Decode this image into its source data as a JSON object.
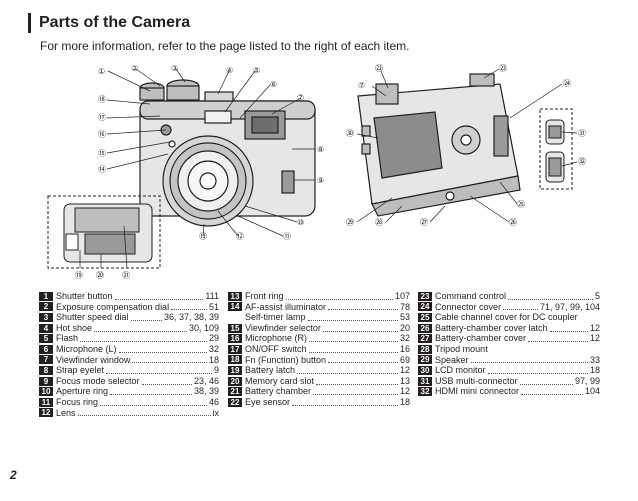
{
  "header": {
    "title": "Parts of the Camera",
    "subtitle": "For more information, refer to the page listed to the right of each item."
  },
  "callouts": {
    "c1": "①",
    "c2": "②",
    "c3": "③",
    "c4": "④",
    "c5": "⑤",
    "c6": "⑥",
    "c7": "⑦",
    "c8": "⑧",
    "c9": "⑨",
    "c10": "⑩",
    "c11": "⑪",
    "c12": "⑫",
    "c13": "⑬",
    "c14": "⑭",
    "c15": "⑮",
    "c16": "⑯",
    "c17": "⑰",
    "c18": "⑱",
    "c19": "⑲",
    "c20": "⑳",
    "c21": "㉑",
    "c22": "㉒",
    "c23": "㉓",
    "c24": "㉔",
    "c25": "㉕",
    "c26": "㉖",
    "c27": "㉗",
    "c28": "㉘",
    "c29": "㉙",
    "c30": "㉚",
    "c31": "㉛",
    "c32": "㉜"
  },
  "parts": [
    {
      "n": "1",
      "name": "Shutter button",
      "page": "111"
    },
    {
      "n": "2",
      "name": "Exposure compensation dial",
      "page": "51"
    },
    {
      "n": "3",
      "name": "Shutter speed dial",
      "page": "36, 37, 38, 39"
    },
    {
      "n": "4",
      "name": "Hot shoe",
      "page": "30, 109"
    },
    {
      "n": "5",
      "name": "Flash",
      "page": "29"
    },
    {
      "n": "6",
      "name": "Microphone (L)",
      "page": "32"
    },
    {
      "n": "7",
      "name": "Viewfinder window",
      "page": "18"
    },
    {
      "n": "8",
      "name": "Strap eyelet",
      "page": "9"
    },
    {
      "n": "9",
      "name": "Focus mode selector",
      "page": "23, 46"
    },
    {
      "n": "10",
      "name": "Aperture ring",
      "page": "38, 39"
    },
    {
      "n": "11",
      "name": "Focus ring",
      "page": "46"
    },
    {
      "n": "12",
      "name": "Lens",
      "page": "ix"
    },
    {
      "n": "13",
      "name": "Front ring",
      "page": "107"
    },
    {
      "n": "14",
      "name": "AF-assist illuminator",
      "page": "78"
    },
    {
      "n": "",
      "name": "Self-timer lamp",
      "page": "53"
    },
    {
      "n": "15",
      "name": "Viewfinder selector",
      "page": "20"
    },
    {
      "n": "16",
      "name": "Microphone (R)",
      "page": "32"
    },
    {
      "n": "17",
      "name": "ON/OFF switch",
      "page": "16"
    },
    {
      "n": "18",
      "name": "Fn (Function) button",
      "page": "69"
    },
    {
      "n": "19",
      "name": "Battery latch",
      "page": "12"
    },
    {
      "n": "20",
      "name": "Memory card slot",
      "page": "13"
    },
    {
      "n": "21",
      "name": "Battery chamber",
      "page": "12"
    },
    {
      "n": "22",
      "name": "Eye sensor",
      "page": "18"
    },
    {
      "n": "23",
      "name": "Command control",
      "page": "5"
    },
    {
      "n": "24",
      "name": "Connector cover",
      "page": "71, 97, 99, 104"
    },
    {
      "n": "25",
      "name": "Cable channel cover for DC coupler",
      "page": ""
    },
    {
      "n": "26",
      "name": "Battery-chamber cover latch",
      "page": "12"
    },
    {
      "n": "27",
      "name": "Battery-chamber cover",
      "page": "12"
    },
    {
      "n": "28",
      "name": "Tripod mount",
      "page": ""
    },
    {
      "n": "29",
      "name": "Speaker",
      "page": "33"
    },
    {
      "n": "30",
      "name": "LCD monitor",
      "page": "18"
    },
    {
      "n": "31",
      "name": "USB multi-connector",
      "page": "97, 99"
    },
    {
      "n": "32",
      "name": "HDMI mini connector",
      "page": "104"
    }
  ],
  "footer": {
    "page_number": "2"
  }
}
